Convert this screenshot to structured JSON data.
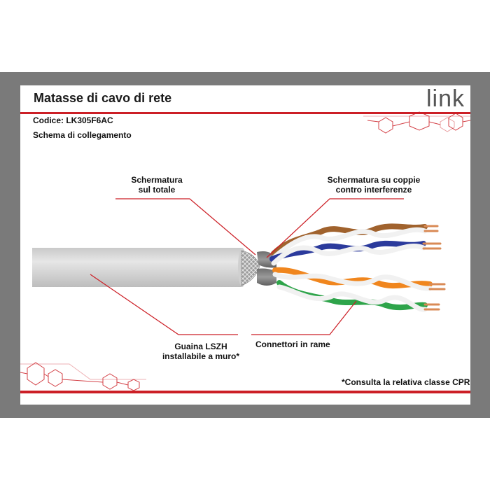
{
  "header": {
    "title": "Matasse di cavo di rete",
    "brand": "link",
    "code": "Codice: LK305F6AC",
    "subtitle": "Schema di collegamento"
  },
  "callouts": {
    "overall_shield": {
      "line1": "Schermatura",
      "line2": "sul totale"
    },
    "pair_shield": {
      "line1": "Schermatura su coppie",
      "line2": "contro interferenze"
    },
    "jacket": {
      "line1": "Guaina LSZH",
      "line2": "installabile a muro*"
    },
    "conductors": {
      "line1": "Connettori in rame"
    }
  },
  "footnote": "*Consulta la relativa classe CPR",
  "colors": {
    "accent": "#cc1f26",
    "frame": "#7a7a7a",
    "jacket": "#d9d9d9",
    "pair_brown": "#a0622d",
    "pair_blue": "#2b3a9c",
    "pair_orange": "#f0861e",
    "pair_green": "#2ea44a",
    "copper": "#d98a55"
  }
}
